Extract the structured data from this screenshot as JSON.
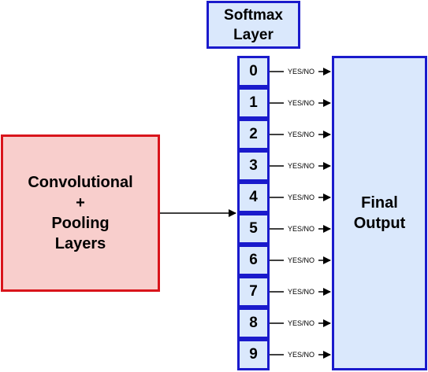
{
  "conv_block": {
    "line1": "Convolutional",
    "line2": "+",
    "line3": "Pooling",
    "line4": "Layers"
  },
  "softmax": {
    "title_line1": "Softmax",
    "title_line2": "Layer",
    "cells": [
      "0",
      "1",
      "2",
      "3",
      "4",
      "5",
      "6",
      "7",
      "8",
      "9"
    ]
  },
  "edge_label": "YES/NO",
  "final_output": {
    "line1": "Final",
    "line2": "Output"
  },
  "colors": {
    "conv_fill": "#f8cecc",
    "conv_border": "#d9141b",
    "blue_fill": "#dae8fc",
    "blue_border": "#1a1acc"
  }
}
